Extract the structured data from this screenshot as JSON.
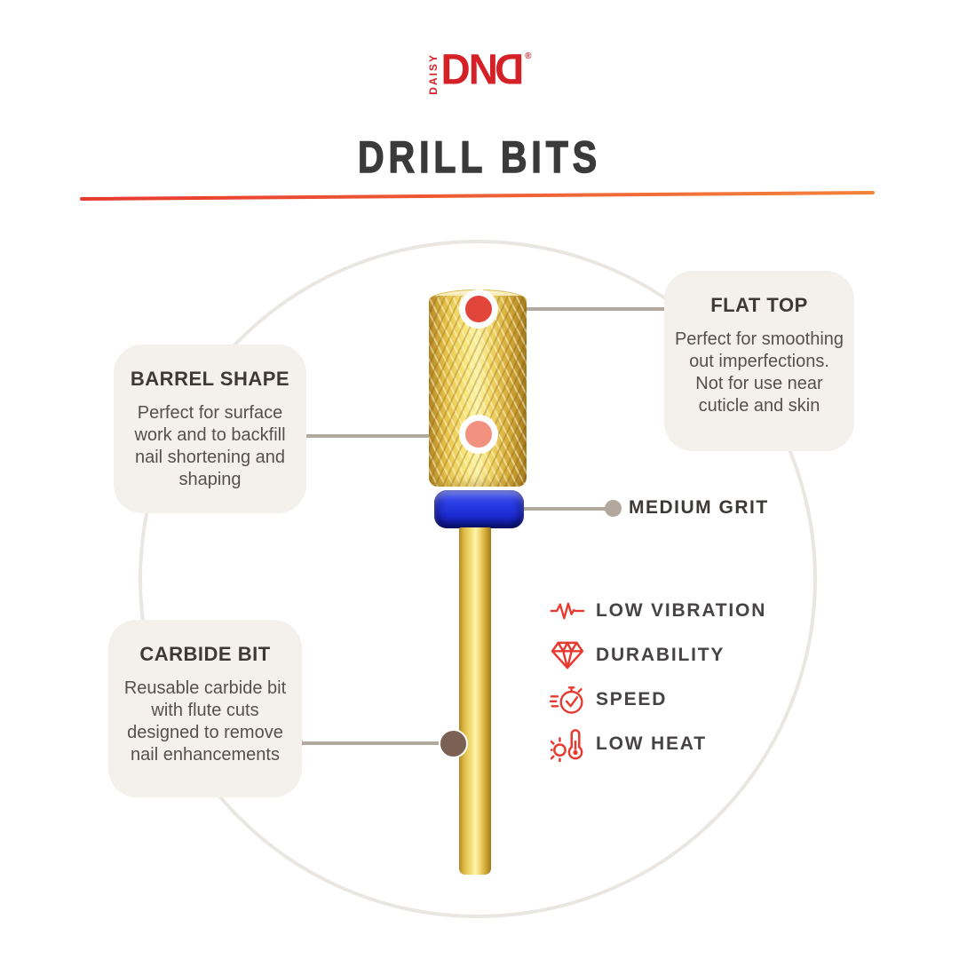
{
  "brand": {
    "vertical_text": "DAISY",
    "letters": [
      "D",
      "N",
      "D"
    ],
    "reg_mark": "®"
  },
  "title": "DRILL BITS",
  "callouts": {
    "flat_top": {
      "title": "FLAT TOP",
      "body": "Perfect for smoothing\nout imperfections.\nNot for use near\ncuticle and skin"
    },
    "barrel_shape": {
      "title": "BARREL SHAPE",
      "body": "Perfect for surface\nwork and to backfill\nnail shortening and\nshaping"
    },
    "carbide_bit": {
      "title": "CARBIDE BIT",
      "body": "Reusable carbide bit\nwith flute cuts\ndesigned to remove\nnail enhancements"
    },
    "medium_grit": {
      "label": "MEDIUM GRIT"
    }
  },
  "features": {
    "items": [
      {
        "icon": "pulse-icon",
        "label": "LOW VIBRATION"
      },
      {
        "icon": "diamond-icon",
        "label": "DURABILITY"
      },
      {
        "icon": "stopwatch-icon",
        "label": "SPEED"
      },
      {
        "icon": "thermometer-icon",
        "label": "LOW HEAT"
      }
    ]
  },
  "colors": {
    "brand_red": "#d42127",
    "icon_red": "#e8392f",
    "title_ink": "#3a3a3a",
    "heading_ink": "#3e3936",
    "body_ink": "#57504a",
    "box_bg": "#f4f1ec",
    "connector": "#b3a89e",
    "circle_stroke": "#eae7e2",
    "dot_red": "#e2463a",
    "dot_salmon": "#f2917f",
    "dot_brown": "#7b6054",
    "band_blue": "#2232dd",
    "divider_left": "#e8392f",
    "divider_right": "#f4823c"
  }
}
